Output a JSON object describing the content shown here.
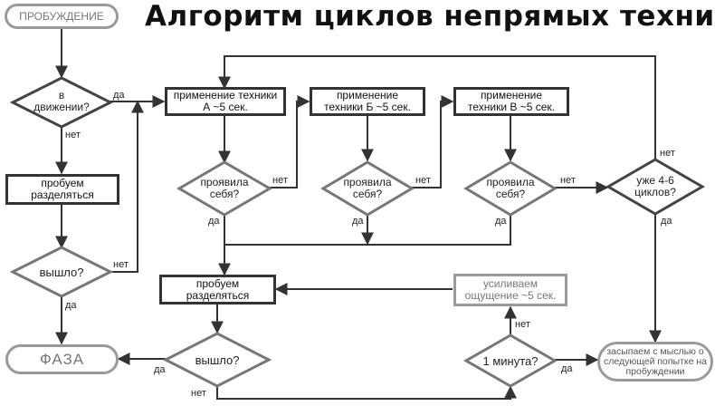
{
  "title": "Алгоритм циклов непрямых техник",
  "nodes": {
    "wake": "ПРОБУЖДЕНИЕ",
    "in_motion": "в движении?",
    "try_separate_1": "пробуем разделяться",
    "worked_1": "вышло?",
    "phase": "ФАЗА",
    "tech_a": "применение техники А ~5 сек.",
    "tech_b": "применение техники Б ~5 сек.",
    "tech_v": "применение техники В ~5 сек.",
    "manifest_a": "проявила себя?",
    "manifest_b": "проявила себя?",
    "manifest_v": "проявила себя?",
    "cycles": "уже 4-6 циклов?",
    "try_separate_2": "пробуем разделяться",
    "worked_2": "вышло?",
    "intensify": "усиливаем ощущение ~5 сек.",
    "minute": "1 минута?",
    "fall_asleep": "засыпаем с мыслью о следующей попытке на пробуждении"
  },
  "edges": {
    "in_motion_yes": "да",
    "in_motion_no": "нет",
    "worked_1_no": "нет",
    "worked_1_yes": "да",
    "manifest_a_no": "нет",
    "manifest_a_yes": "да",
    "manifest_b_no": "нет",
    "manifest_b_yes": "да",
    "manifest_v_no": "нет",
    "manifest_v_yes": "да",
    "cycles_no": "нет",
    "cycles_yes": "да",
    "worked_2_yes": "да",
    "worked_2_no": "нет",
    "minute_no": "нет",
    "minute_yes": "да"
  },
  "colors": {
    "line": "#333333",
    "grey_outline": "#9a9a9a",
    "grey_text": "#777777"
  }
}
